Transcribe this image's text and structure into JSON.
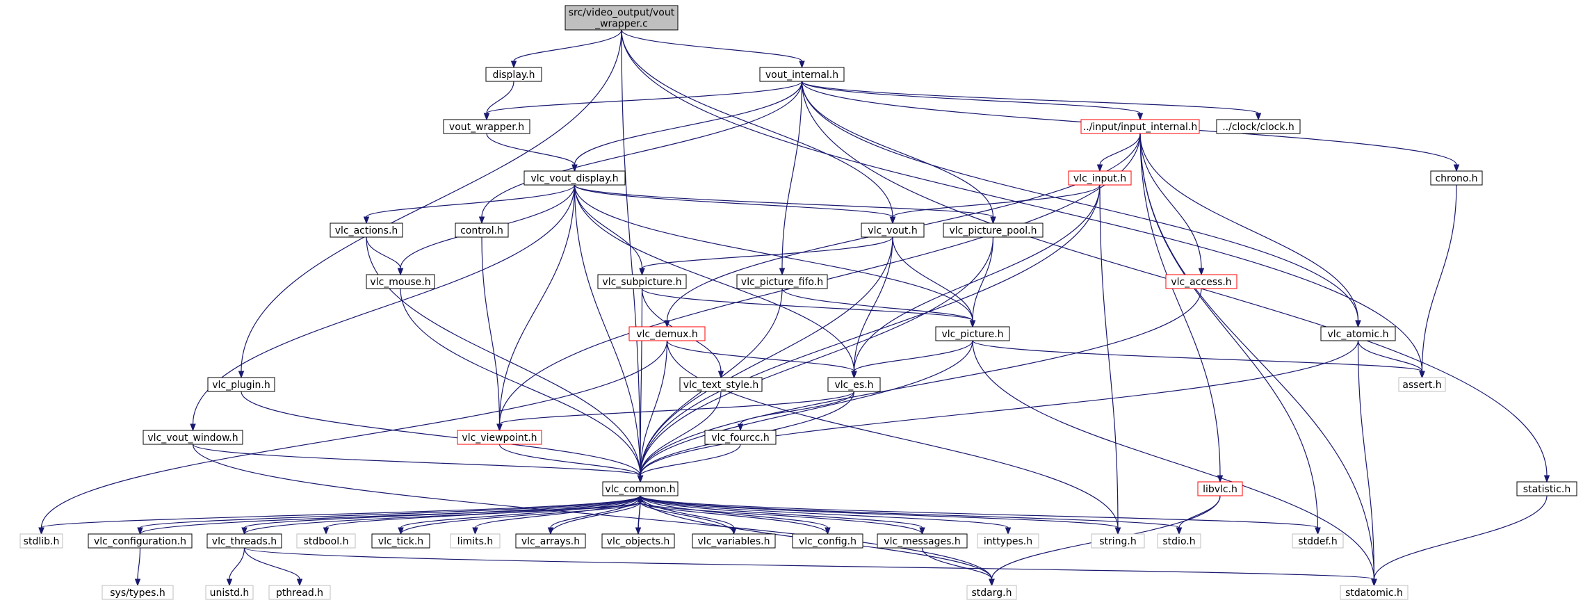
{
  "colors": {
    "edge": "#191970",
    "root_fill": "#bfbfbf",
    "box_border": "#000000",
    "incomplete_border": "#ff0000",
    "missing_border": "#bfbfbf",
    "missing_text": "#404040"
  },
  "nodes": [
    {
      "id": "root",
      "lines": [
        "src/video_output/vout",
        "_wrapper.c"
      ],
      "kind": "root"
    },
    {
      "id": "display_h",
      "lines": [
        "display.h"
      ],
      "kind": "normal"
    },
    {
      "id": "vout_internal_h",
      "lines": [
        "vout_internal.h"
      ],
      "kind": "normal"
    },
    {
      "id": "vout_wrapper_h",
      "lines": [
        "vout_wrapper.h"
      ],
      "kind": "normal"
    },
    {
      "id": "input_internal_h",
      "lines": [
        "../input/input_internal.h"
      ],
      "kind": "incomplete"
    },
    {
      "id": "clock_h",
      "lines": [
        "../clock/clock.h"
      ],
      "kind": "normal"
    },
    {
      "id": "chrono_h",
      "lines": [
        "chrono.h"
      ],
      "kind": "normal"
    },
    {
      "id": "vlc_vout_display_h",
      "lines": [
        "vlc_vout_display.h"
      ],
      "kind": "normal"
    },
    {
      "id": "vlc_input_h",
      "lines": [
        "vlc_input.h"
      ],
      "kind": "incomplete"
    },
    {
      "id": "vlc_actions_h",
      "lines": [
        "vlc_actions.h"
      ],
      "kind": "normal"
    },
    {
      "id": "control_h",
      "lines": [
        "control.h"
      ],
      "kind": "normal"
    },
    {
      "id": "vlc_vout_h",
      "lines": [
        "vlc_vout.h"
      ],
      "kind": "normal"
    },
    {
      "id": "vlc_picture_pool_h",
      "lines": [
        "vlc_picture_pool.h"
      ],
      "kind": "normal"
    },
    {
      "id": "vlc_mouse_h",
      "lines": [
        "vlc_mouse.h"
      ],
      "kind": "normal"
    },
    {
      "id": "vlc_subpicture_h",
      "lines": [
        "vlc_subpicture.h"
      ],
      "kind": "normal"
    },
    {
      "id": "vlc_picture_fifo_h",
      "lines": [
        "vlc_picture_fifo.h"
      ],
      "kind": "normal"
    },
    {
      "id": "vlc_access_h",
      "lines": [
        "vlc_access.h"
      ],
      "kind": "incomplete"
    },
    {
      "id": "vlc_demux_h",
      "lines": [
        "vlc_demux.h"
      ],
      "kind": "incomplete"
    },
    {
      "id": "vlc_picture_h",
      "lines": [
        "vlc_picture.h"
      ],
      "kind": "normal"
    },
    {
      "id": "vlc_atomic_h",
      "lines": [
        "vlc_atomic.h"
      ],
      "kind": "normal"
    },
    {
      "id": "vlc_plugin_h",
      "lines": [
        "vlc_plugin.h"
      ],
      "kind": "normal"
    },
    {
      "id": "vlc_text_style_h",
      "lines": [
        "vlc_text_style.h"
      ],
      "kind": "normal"
    },
    {
      "id": "vlc_es_h",
      "lines": [
        "vlc_es.h"
      ],
      "kind": "normal"
    },
    {
      "id": "assert_h",
      "lines": [
        "assert.h"
      ],
      "kind": "missing"
    },
    {
      "id": "vlc_vout_window_h",
      "lines": [
        "vlc_vout_window.h"
      ],
      "kind": "normal"
    },
    {
      "id": "vlc_viewpoint_h",
      "lines": [
        "vlc_viewpoint.h"
      ],
      "kind": "incomplete"
    },
    {
      "id": "vlc_fourcc_h",
      "lines": [
        "vlc_fourcc.h"
      ],
      "kind": "normal"
    },
    {
      "id": "vlc_common_h",
      "lines": [
        "vlc_common.h"
      ],
      "kind": "normal"
    },
    {
      "id": "libvlc_h",
      "lines": [
        "libvlc.h"
      ],
      "kind": "incomplete"
    },
    {
      "id": "statistic_h",
      "lines": [
        "statistic.h"
      ],
      "kind": "normal"
    },
    {
      "id": "stdlib_h",
      "lines": [
        "stdlib.h"
      ],
      "kind": "missing"
    },
    {
      "id": "vlc_configuration_h",
      "lines": [
        "vlc_configuration.h"
      ],
      "kind": "normal"
    },
    {
      "id": "vlc_threads_h",
      "lines": [
        "vlc_threads.h"
      ],
      "kind": "normal"
    },
    {
      "id": "stdbool_h",
      "lines": [
        "stdbool.h"
      ],
      "kind": "missing"
    },
    {
      "id": "vlc_tick_h",
      "lines": [
        "vlc_tick.h"
      ],
      "kind": "normal"
    },
    {
      "id": "limits_h",
      "lines": [
        "limits.h"
      ],
      "kind": "missing"
    },
    {
      "id": "vlc_arrays_h",
      "lines": [
        "vlc_arrays.h"
      ],
      "kind": "normal"
    },
    {
      "id": "vlc_objects_h",
      "lines": [
        "vlc_objects.h"
      ],
      "kind": "normal"
    },
    {
      "id": "vlc_variables_h",
      "lines": [
        "vlc_variables.h"
      ],
      "kind": "normal"
    },
    {
      "id": "vlc_config_h",
      "lines": [
        "vlc_config.h"
      ],
      "kind": "normal"
    },
    {
      "id": "vlc_messages_h",
      "lines": [
        "vlc_messages.h"
      ],
      "kind": "normal"
    },
    {
      "id": "inttypes_h",
      "lines": [
        "inttypes.h"
      ],
      "kind": "missing"
    },
    {
      "id": "string_h",
      "lines": [
        "string.h"
      ],
      "kind": "missing"
    },
    {
      "id": "stdio_h",
      "lines": [
        "stdio.h"
      ],
      "kind": "missing"
    },
    {
      "id": "stddef_h",
      "lines": [
        "stddef.h"
      ],
      "kind": "missing"
    },
    {
      "id": "sys_types_h",
      "lines": [
        "sys/types.h"
      ],
      "kind": "missing"
    },
    {
      "id": "unistd_h",
      "lines": [
        "unistd.h"
      ],
      "kind": "missing"
    },
    {
      "id": "pthread_h",
      "lines": [
        "pthread.h"
      ],
      "kind": "missing"
    },
    {
      "id": "stdarg_h",
      "lines": [
        "stdarg.h"
      ],
      "kind": "missing"
    },
    {
      "id": "stdatomic_h",
      "lines": [
        "stdatomic.h"
      ],
      "kind": "missing"
    }
  ],
  "edges": [
    [
      "root",
      "display_h"
    ],
    [
      "root",
      "vout_internal_h"
    ],
    [
      "root",
      "vlc_vout_h"
    ],
    [
      "root",
      "vlc_plugin_h"
    ],
    [
      "root",
      "vlc_common_h"
    ],
    [
      "root",
      "assert_h"
    ],
    [
      "display_h",
      "vout_wrapper_h"
    ],
    [
      "vout_internal_h",
      "vout_wrapper_h"
    ],
    [
      "vout_internal_h",
      "vlc_vout_display_h"
    ],
    [
      "vout_internal_h",
      "input_internal_h"
    ],
    [
      "vout_internal_h",
      "clock_h"
    ],
    [
      "vout_internal_h",
      "chrono_h"
    ],
    [
      "vout_internal_h",
      "control_h"
    ],
    [
      "vout_internal_h",
      "vlc_picture_fifo_h"
    ],
    [
      "vout_internal_h",
      "vlc_picture_pool_h"
    ],
    [
      "vout_internal_h",
      "vlc_atomic_h"
    ],
    [
      "vout_internal_h",
      "statistic_h"
    ],
    [
      "vout_wrapper_h",
      "vlc_vout_display_h"
    ],
    [
      "input_internal_h",
      "vlc_input_h"
    ],
    [
      "input_internal_h",
      "vlc_access_h"
    ],
    [
      "input_internal_h",
      "vlc_demux_h"
    ],
    [
      "input_internal_h",
      "vlc_viewpoint_h"
    ],
    [
      "input_internal_h",
      "libvlc_h"
    ],
    [
      "input_internal_h",
      "vlc_atomic_h"
    ],
    [
      "input_internal_h",
      "stddef_h"
    ],
    [
      "input_internal_h",
      "stdatomic_h"
    ],
    [
      "chrono_h",
      "assert_h"
    ],
    [
      "vlc_vout_display_h",
      "vlc_actions_h"
    ],
    [
      "vlc_vout_display_h",
      "vlc_vout_h"
    ],
    [
      "vlc_vout_display_h",
      "vlc_picture_pool_h"
    ],
    [
      "vlc_vout_display_h",
      "vlc_mouse_h"
    ],
    [
      "vlc_vout_display_h",
      "vlc_subpicture_h"
    ],
    [
      "vlc_vout_display_h",
      "vlc_picture_h"
    ],
    [
      "vlc_vout_display_h",
      "vlc_es_h"
    ],
    [
      "vlc_vout_display_h",
      "vlc_vout_window_h"
    ],
    [
      "vlc_vout_display_h",
      "vlc_viewpoint_h"
    ],
    [
      "vlc_vout_display_h",
      "vlc_common_h"
    ],
    [
      "vlc_input_h",
      "vlc_vout_h"
    ],
    [
      "vlc_input_h",
      "vlc_es_h"
    ],
    [
      "vlc_input_h",
      "vlc_common_h"
    ],
    [
      "vlc_input_h",
      "string_h"
    ],
    [
      "vlc_actions_h",
      "vlc_mouse_h"
    ],
    [
      "vlc_actions_h",
      "vlc_common_h"
    ],
    [
      "control_h",
      "vlc_viewpoint_h"
    ],
    [
      "vlc_vout_h",
      "vlc_subpicture_h"
    ],
    [
      "vlc_vout_h",
      "vlc_picture_h"
    ],
    [
      "vlc_vout_h",
      "vlc_es_h"
    ],
    [
      "vlc_vout_h",
      "vlc_common_h"
    ],
    [
      "vlc_picture_pool_h",
      "vlc_picture_h"
    ],
    [
      "vlc_picture_pool_h",
      "vlc_common_h"
    ],
    [
      "vlc_mouse_h",
      "vlc_common_h"
    ],
    [
      "vlc_subpicture_h",
      "vlc_picture_h"
    ],
    [
      "vlc_subpicture_h",
      "vlc_text_style_h"
    ],
    [
      "vlc_subpicture_h",
      "vlc_common_h"
    ],
    [
      "vlc_picture_fifo_h",
      "vlc_picture_h"
    ],
    [
      "vlc_picture_fifo_h",
      "vlc_common_h"
    ],
    [
      "vlc_access_h",
      "vlc_common_h"
    ],
    [
      "vlc_demux_h",
      "vlc_es_h"
    ],
    [
      "vlc_demux_h",
      "vlc_common_h"
    ],
    [
      "vlc_demux_h",
      "stdlib_h"
    ],
    [
      "vlc_demux_h",
      "string_h"
    ],
    [
      "vlc_picture_h",
      "vlc_es_h"
    ],
    [
      "vlc_picture_h",
      "vlc_common_h"
    ],
    [
      "vlc_picture_h",
      "assert_h"
    ],
    [
      "vlc_picture_h",
      "stdatomic_h"
    ],
    [
      "vlc_atomic_h",
      "vlc_common_h"
    ],
    [
      "vlc_atomic_h",
      "assert_h"
    ],
    [
      "vlc_atomic_h",
      "stdatomic_h"
    ],
    [
      "vlc_plugin_h",
      "vlc_common_h"
    ],
    [
      "vlc_text_style_h",
      "vlc_common_h"
    ],
    [
      "vlc_es_h",
      "vlc_viewpoint_h"
    ],
    [
      "vlc_es_h",
      "vlc_fourcc_h"
    ],
    [
      "vlc_es_h",
      "vlc_common_h"
    ],
    [
      "vlc_vout_window_h",
      "vlc_common_h"
    ],
    [
      "vlc_vout_window_h",
      "stdarg_h"
    ],
    [
      "vlc_viewpoint_h",
      "vlc_common_h"
    ],
    [
      "vlc_fourcc_h",
      "vlc_common_h"
    ],
    [
      "libvlc_h",
      "stdio_h"
    ],
    [
      "libvlc_h",
      "stdarg_h"
    ],
    [
      "statistic_h",
      "stdatomic_h"
    ],
    [
      "vlc_common_h",
      "stdlib_h"
    ],
    [
      "vlc_common_h",
      "vlc_configuration_h"
    ],
    [
      "vlc_common_h",
      "vlc_threads_h"
    ],
    [
      "vlc_common_h",
      "stdbool_h"
    ],
    [
      "vlc_common_h",
      "vlc_tick_h"
    ],
    [
      "vlc_common_h",
      "limits_h"
    ],
    [
      "vlc_common_h",
      "vlc_arrays_h"
    ],
    [
      "vlc_common_h",
      "vlc_objects_h"
    ],
    [
      "vlc_common_h",
      "vlc_variables_h"
    ],
    [
      "vlc_common_h",
      "vlc_config_h"
    ],
    [
      "vlc_common_h",
      "vlc_messages_h"
    ],
    [
      "vlc_common_h",
      "inttypes_h"
    ],
    [
      "vlc_common_h",
      "string_h"
    ],
    [
      "vlc_common_h",
      "stdio_h"
    ],
    [
      "vlc_common_h",
      "stddef_h"
    ],
    [
      "vlc_common_h",
      "stdarg_h"
    ],
    [
      "vlc_configuration_h",
      "vlc_common_h"
    ],
    [
      "vlc_configuration_h",
      "sys_types_h"
    ],
    [
      "vlc_threads_h",
      "vlc_common_h"
    ],
    [
      "vlc_threads_h",
      "unistd_h"
    ],
    [
      "vlc_threads_h",
      "pthread_h"
    ],
    [
      "vlc_threads_h",
      "stdatomic_h"
    ],
    [
      "vlc_tick_h",
      "vlc_common_h"
    ],
    [
      "vlc_arrays_h",
      "vlc_common_h"
    ],
    [
      "vlc_objects_h",
      "vlc_common_h"
    ],
    [
      "vlc_variables_h",
      "vlc_common_h"
    ],
    [
      "vlc_config_h",
      "vlc_common_h"
    ],
    [
      "vlc_messages_h",
      "vlc_common_h"
    ],
    [
      "vlc_messages_h",
      "stdarg_h"
    ]
  ]
}
